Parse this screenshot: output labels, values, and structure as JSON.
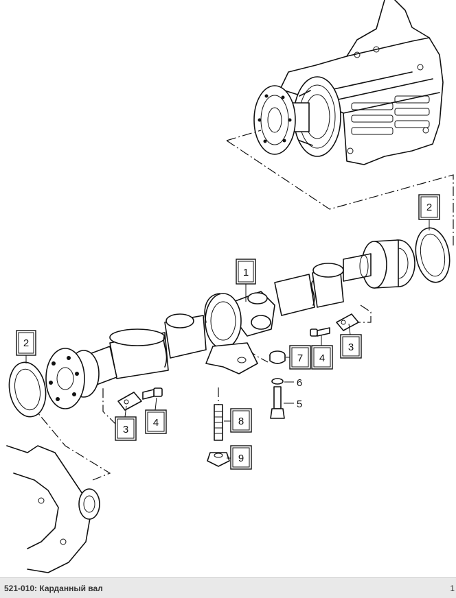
{
  "footer": {
    "title": "521-010: Карданный вал",
    "mark": "1"
  },
  "callouts": {
    "c1": "1",
    "c2_right": "2",
    "c2_left": "2",
    "c3_right": "3",
    "c3_left": "3",
    "c4_right": "4",
    "c4_left": "4",
    "c5": "5",
    "c6": "6",
    "c7": "7",
    "c8": "8",
    "c9": "9"
  }
}
